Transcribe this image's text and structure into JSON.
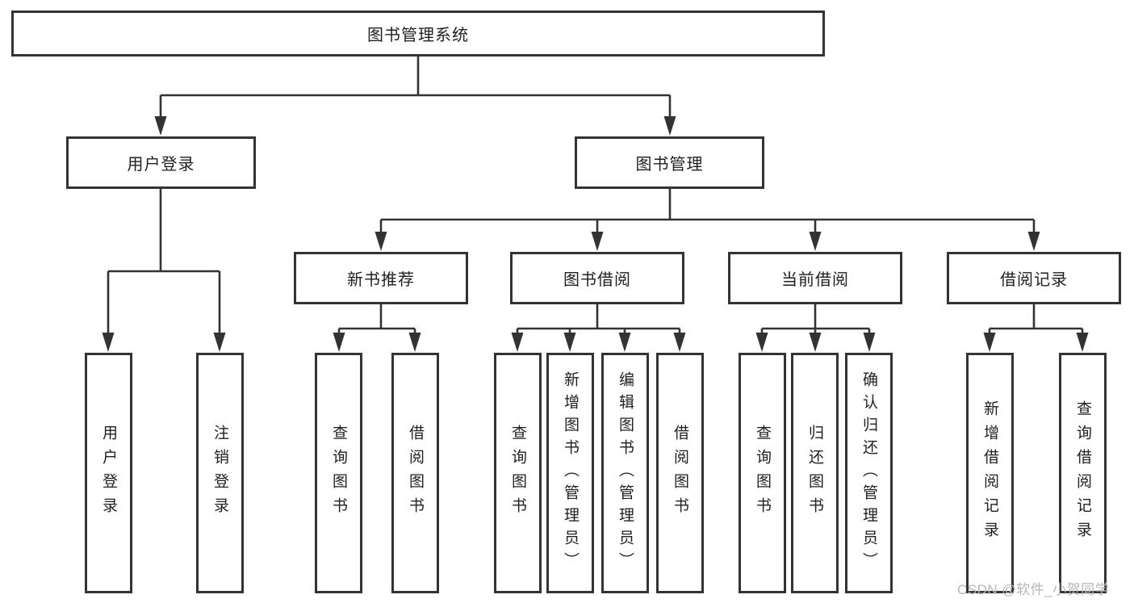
{
  "diagram": {
    "type": "tree",
    "root": {
      "label": "图书管理系统"
    },
    "level2": [
      {
        "label": "用户登录"
      },
      {
        "label": "图书管理"
      }
    ],
    "level3": [
      {
        "label": "新书推荐",
        "parent": "图书管理"
      },
      {
        "label": "图书借阅",
        "parent": "图书管理"
      },
      {
        "label": "当前借阅",
        "parent": "图书管理"
      },
      {
        "label": "借阅记录",
        "parent": "图书管理"
      }
    ],
    "leaf_groups": [
      {
        "parent": "用户登录",
        "items": [
          "用户登录",
          "注销登录"
        ]
      },
      {
        "parent": "新书推荐",
        "items": [
          "查询图书",
          "借阅图书"
        ]
      },
      {
        "parent": "图书借阅",
        "items": [
          "查询图书",
          "新增图书（管理员）",
          "编辑图书（管理员）",
          "借阅图书"
        ]
      },
      {
        "parent": "当前借阅",
        "items": [
          "查询图书",
          "归还图书",
          "确认归还（管理员）"
        ]
      },
      {
        "parent": "借阅记录",
        "items": [
          "新增借阅记录",
          "查询借阅记录"
        ]
      }
    ],
    "colors": {
      "line": "#333333",
      "text": "#1f1f1f",
      "box_background": "#ffffff",
      "watermark": "#b4b7bb"
    },
    "watermark": "CSDN @软件_小贺同学"
  }
}
